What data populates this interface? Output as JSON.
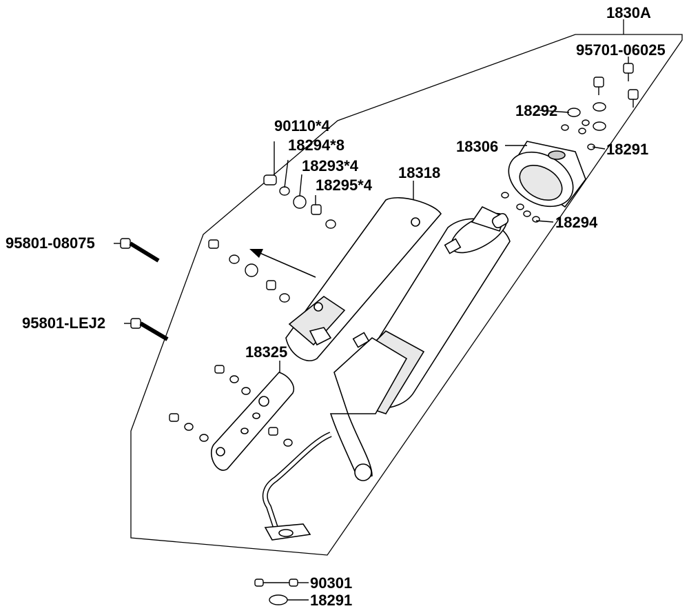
{
  "assembly_label": "1830A",
  "labels": {
    "p95701": "95701-06025",
    "p18292": "18292",
    "p18306": "18306",
    "p18291_top": "18291",
    "p18294": "18294",
    "p18318": "18318",
    "p90110": "90110*4",
    "p18294x8": "18294*8",
    "p18293x4": "18293*4",
    "p18295x4": "18295*4",
    "p95801_08075": "95801-08075",
    "p95801_lej2": "95801-LEJ2",
    "p18325": "18325",
    "p90301": "90301",
    "p18291_bottom": "18291"
  }
}
